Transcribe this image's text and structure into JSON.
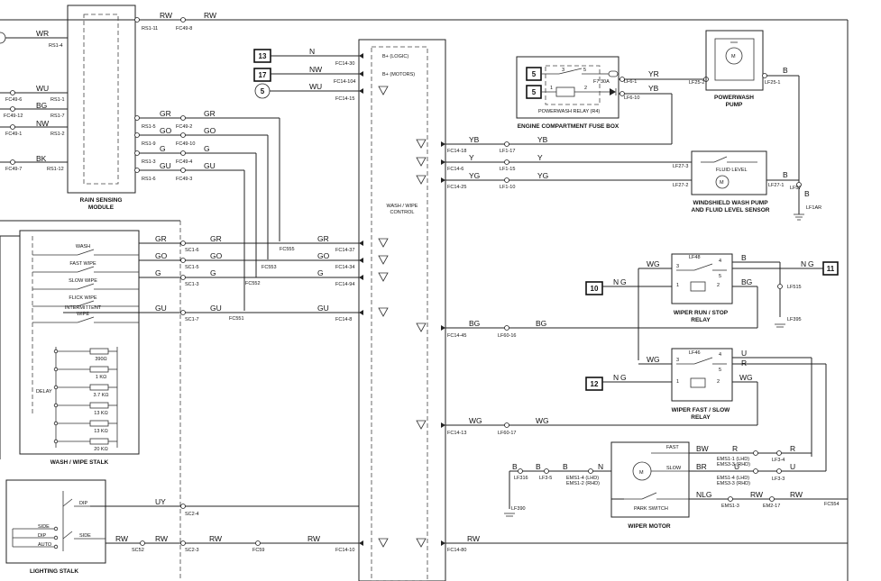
{
  "modules": {
    "rain_sensing": "RAIN SENSING\nMODULE",
    "wash_wipe_stalk": "WASH / WIPE STALK",
    "lighting_stalk": "LIGHTING STALK",
    "wash_wipe_control": "WASH / WIPE\nCONTROL",
    "engine_fuse_box": "ENGINE COMPARTMENT FUSE BOX",
    "powerwash_relay": "POWERWASH RELAY (R4)",
    "powerwash_pump": "POWERWASH\nPUMP",
    "windshield_pump": "WINDSHIELD WASH PUMP\nAND FLUID LEVEL SENSOR",
    "fluid_level": "FLUID LEVEL",
    "run_stop_relay": "WIPER RUN / STOP\nRELAY",
    "fast_slow_relay": "WIPER FAST / SLOW\nRELAY",
    "wiper_motor": "WIPER MOTOR",
    "park_switch": "PARK SWITCH",
    "fast": "FAST",
    "slow": "SLOW"
  },
  "stalk_switches": [
    "WASH",
    "FAST WIPE",
    "SLOW WIPE",
    "FLICK WIPE",
    "INTERMITTENT\nWIPE"
  ],
  "delay": "DELAY",
  "resistors": [
    "390Ω",
    "1 KΩ",
    "3.7 KΩ",
    "13 KΩ",
    "13 KΩ",
    "20 KΩ"
  ],
  "lighting_labels": [
    "DIP",
    "SIDE",
    "SIDE",
    "DIP",
    "AUTO"
  ],
  "fuse": "F7 30A",
  "control_inputs": [
    "B+ (LOGIC)",
    "B+ (MOTORS)"
  ],
  "ref_boxes": [
    "13",
    "17",
    "5",
    "5",
    "5",
    "10",
    "12",
    "11"
  ],
  "wire_colors": {
    "rw": "RW",
    "wr": "WR",
    "wu": "WU",
    "bg": "BG",
    "nw": "NW",
    "bk": "BK",
    "gr": "GR",
    "go": "GO",
    "g": "G",
    "gu": "GU",
    "n": "N",
    "yr": "YR",
    "yb": "YB",
    "b": "B",
    "y": "Y",
    "yg": "YG",
    "wg": "WG",
    "u": "U",
    "r": "R",
    "bw": "BW",
    "br": "BR",
    "nlg": "NLG",
    "uy": "UY"
  },
  "connectors": {
    "rs1_11": "RS1-11",
    "fc49_8": "FC49-8",
    "rs1_4": "RS1-4",
    "rs1_1": "RS1-1",
    "fc49_6": "FC49-6",
    "rs1_7": "RS1-7",
    "fc49_12": "FC49-12",
    "rs1_2": "RS1-2",
    "fc49_1": "FC49-1",
    "rs1_12": "RS1-12",
    "fc49_7": "FC49-7",
    "rs1_5": "RS1-5",
    "fc49_2": "FC49-2",
    "rs1_9": "RS1-9",
    "fc49_10": "FC49-10",
    "rs1_3": "RS1-3",
    "fc49_4": "FC49-4",
    "rs1_6": "RS1-6",
    "fc49_3": "FC49-3",
    "fc14_30": "FC14-30",
    "fc14_104": "FC14-104",
    "fc14_15": "FC14-15",
    "fc14_18": "FC14-18",
    "fc14_6": "FC14-6",
    "fc14_25": "FC14-25",
    "fc14_37": "FC14-37",
    "fc14_34": "FC14-34",
    "fc14_94": "FC14-94",
    "fc14_8": "FC14-8",
    "fc14_45": "FC14-45",
    "fc14_13": "FC14-13",
    "fc14_10": "FC14-10",
    "fc14_80": "FC14-80",
    "sc1_6": "SC1-6",
    "sc1_5": "SC1-5",
    "sc1_3": "SC1-3",
    "sc1_7": "SC1-7",
    "sc2_4": "SC2-4",
    "sc2_3": "SC2-3",
    "sc52": "SC52",
    "fc555": "FC555",
    "fc553": "FC553",
    "fc552": "FC552",
    "fc551": "FC551",
    "fc59": "FC59",
    "lf6_1": "LF6-1",
    "lf6_10": "LF6-10",
    "lf25_2": "LF25-2",
    "lf25_1": "LF25-1",
    "lf1_17": "LF1-17",
    "lf1_15": "LF1-15",
    "lf1_10": "LF1-10",
    "lf27_3": "LF27-3",
    "lf27_2": "LF27-2",
    "lf27_1": "LF27-1",
    "lf57": "LF57",
    "lf1ar": "LF1AR",
    "lf48": "LF48",
    "lf46": "LF46",
    "lf515": "LF515",
    "lf395": "LF395",
    "lf60_16": "LF60-16",
    "lf60_17": "LF60-17",
    "lf3_4": "LF3-4",
    "lf3_3": "LF3-3",
    "lf3_5": "LF3-5",
    "lf316": "LF316",
    "lf390": "LF390",
    "ems1_1": "EMS1-1 (LHD)",
    "ems3_3a": "EMS3-3 (RHD)",
    "ems1_4": "EMS1-4 (LHD)",
    "ems3_3b": "EMS3-3 (RHD)",
    "ems1_2": "EMS1-2 (RHD)",
    "ems1_4b": "EMS1-4 (LHD)",
    "ems1_3": "EMS1-3",
    "em2_17": "EM2-17",
    "fc554": "FC554"
  }
}
